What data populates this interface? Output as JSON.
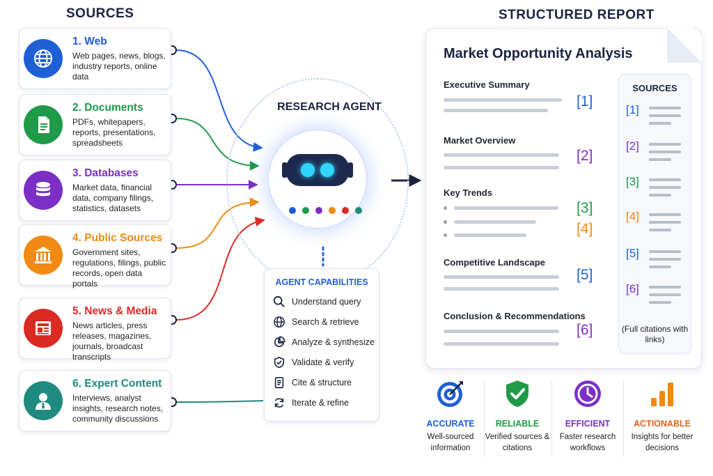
{
  "headings": {
    "sources": "SOURCES",
    "report": "STRUCTURED REPORT"
  },
  "sources": [
    {
      "title": "1. Web",
      "desc": "Web pages, news, blogs, industry reports, online data",
      "color": "#1f5fd6",
      "icon": "globe-icon"
    },
    {
      "title": "2. Documents",
      "desc": "PDFs, whitepapers, reports, presentations, spreadsheets",
      "color": "#1e9a49",
      "icon": "document-icon"
    },
    {
      "title": "3. Databases",
      "desc": "Market data, financial data, company filings, statistics, datasets",
      "color": "#7b2fc4",
      "icon": "database-icon"
    },
    {
      "title": "4. Public Sources",
      "desc": "Government sites, regulations, filings, public records, open data portals",
      "color": "#f08a12",
      "icon": "government-building-icon"
    },
    {
      "title": "5. News & Media",
      "desc": "News articles, press releases, magazines, journals, broadcast transcripts",
      "color": "#d92b24",
      "icon": "newspaper-icon"
    },
    {
      "title": "6. Expert Content",
      "desc": "Interviews, analyst insights, research notes, community discussions",
      "color": "#1f8a7f",
      "icon": "expert-person-icon"
    }
  ],
  "agent": {
    "label": "RESEARCH AGENT",
    "dot_colors": [
      "#1f5fd6",
      "#1e9a49",
      "#7b2fc4",
      "#f08a12",
      "#d92b24",
      "#1f8a7f"
    ]
  },
  "capabilities": {
    "title": "AGENT CAPABILITIES",
    "items": [
      {
        "label": "Understand query",
        "icon": "magnifier-icon"
      },
      {
        "label": "Search & retrieve",
        "icon": "globe-icon"
      },
      {
        "label": "Analyze & synthesize",
        "icon": "pie-chart-icon"
      },
      {
        "label": "Validate & verify",
        "icon": "shield-check-icon"
      },
      {
        "label": "Cite & structure",
        "icon": "document-icon"
      },
      {
        "label": "Iterate & refine",
        "icon": "refresh-icon"
      }
    ]
  },
  "report": {
    "title": "Market Opportunity Analysis",
    "sections": [
      {
        "heading": "Executive Summary",
        "citations": [
          "[1]"
        ]
      },
      {
        "heading": "Market Overview",
        "citations": [
          "[2]"
        ]
      },
      {
        "heading": "Key Trends",
        "citations": [
          "[3]",
          "[4]"
        ]
      },
      {
        "heading": "Competitive Landscape",
        "citations": [
          "[5]"
        ]
      },
      {
        "heading": "Conclusion & Recommendations",
        "citations": [
          "[6]"
        ]
      }
    ],
    "sources_panel": {
      "title": "SOURCES",
      "citations": [
        "[1]",
        "[2]",
        "[3]",
        "[4]",
        "[5]",
        "[6]"
      ],
      "note": "(Full citations with links)"
    }
  },
  "citation_colors": [
    "#1f5fd6",
    "#7b2fc4",
    "#1e9a49",
    "#f08a12",
    "#1f5fd6",
    "#7b2fc4"
  ],
  "benefits": [
    {
      "title": "ACCURATE",
      "desc": "Well-sourced information",
      "color": "#1f5fd6",
      "icon": "target-icon"
    },
    {
      "title": "RELIABLE",
      "desc": "Verified sources & citations",
      "color": "#1e9a49",
      "icon": "shield-check-icon"
    },
    {
      "title": "EFFICIENT",
      "desc": "Faster research workflows",
      "color": "#7b2fc4",
      "icon": "clock-icon"
    },
    {
      "title": "ACTIONABLE",
      "desc": "Insights for better decisions",
      "color": "#f08a12",
      "icon": "bar-chart-icon"
    }
  ]
}
